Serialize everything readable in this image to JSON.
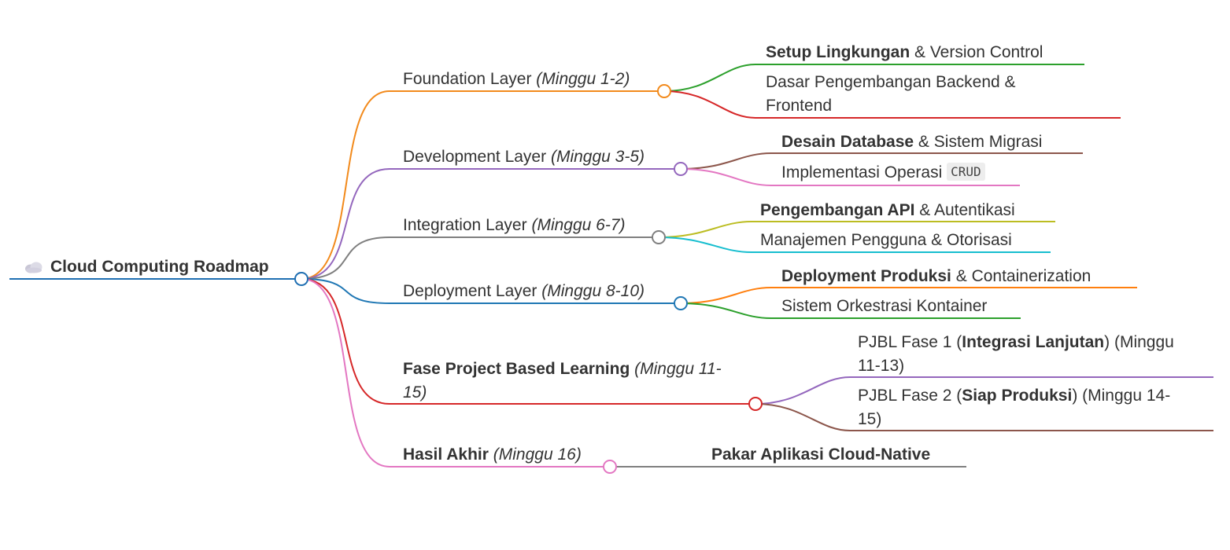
{
  "root": {
    "icon": "cloud-icon",
    "label": "Cloud Computing Roadmap",
    "color": "#1f6fb2"
  },
  "branches": [
    {
      "id": "foundation",
      "label_main": "Foundation Layer",
      "label_italic": "(Minggu 1-2)",
      "color": "#f28a1c",
      "children": [
        {
          "bold": "Setup Lingkungan",
          "rest": " & Version Control",
          "color": "#2ca02c"
        },
        {
          "bold": "",
          "rest": "Dasar Pengembangan Backend & Frontend",
          "color": "#d62728"
        }
      ]
    },
    {
      "id": "development",
      "label_main": "Development Layer",
      "label_italic": "(Minggu 3-5)",
      "color": "#9467bd",
      "children": [
        {
          "bold": "Desain Database",
          "rest": " & Sistem Migrasi",
          "color": "#8c564b"
        },
        {
          "bold": "",
          "rest": "Implementasi Operasi ",
          "code": "CRUD",
          "color": "#e377c2"
        }
      ]
    },
    {
      "id": "integration",
      "label_main": "Integration Layer",
      "label_italic": "(Minggu 6-7)",
      "color": "#7f7f7f",
      "children": [
        {
          "bold": "Pengembangan API",
          "rest": " & Autentikasi",
          "color": "#bcbd22"
        },
        {
          "bold": "",
          "rest": "Manajemen Pengguna & Otorisasi",
          "color": "#17becf"
        }
      ]
    },
    {
      "id": "deployment",
      "label_main": "Deployment Layer",
      "label_italic": "(Minggu 8-10)",
      "color": "#1f77b4",
      "children": [
        {
          "bold": "Deployment Produksi",
          "rest": " & Containerization",
          "color": "#ff7f0e"
        },
        {
          "bold": "",
          "rest": "Sistem Orkestrasi Kontainer",
          "color": "#2ca02c"
        }
      ]
    },
    {
      "id": "pjbl",
      "label_main": "Fase Project Based Learning",
      "label_italic": "(Minggu 11-15)",
      "color": "#d62728",
      "children": [
        {
          "pre": "PJBL Fase 1 (",
          "bold": "Integrasi Lanjutan",
          "rest": ") (Minggu 11-13)",
          "color": "#9467bd"
        },
        {
          "pre": "PJBL Fase 2 (",
          "bold": "Siap Produksi",
          "rest": ") (Minggu 14-15)",
          "color": "#8c564b"
        }
      ]
    },
    {
      "id": "hasil",
      "label_main": "Hasil Akhir",
      "label_italic": "(Minggu 16)",
      "color": "#e377c2",
      "children": [
        {
          "bold": "Pakar Aplikasi Cloud-Native",
          "rest": "",
          "color": "#7f7f7f"
        }
      ]
    }
  ]
}
